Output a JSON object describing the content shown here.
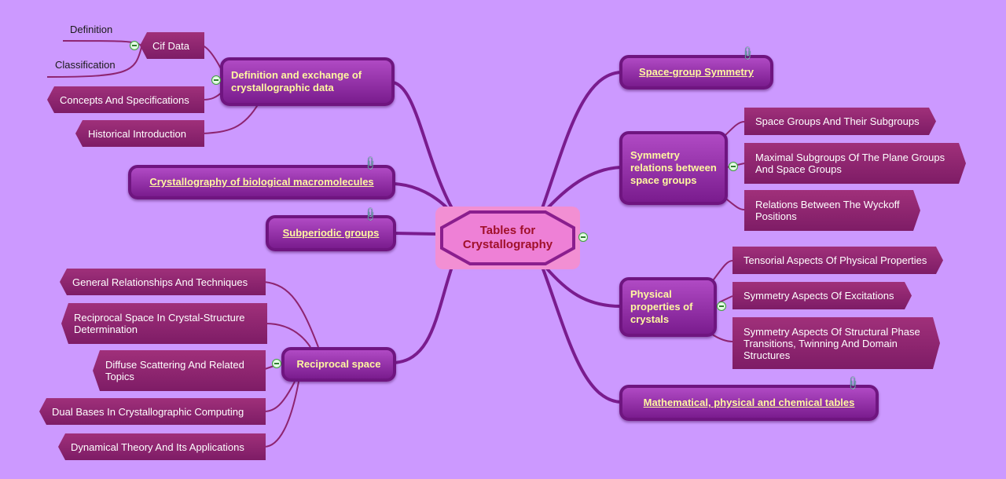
{
  "central": "Tables for Crystallography",
  "main_topics": {
    "definition_exchange": "Definition and exchange of crystallographic data",
    "biological": "Crystallography of biological macromolecules",
    "subperiodic": "Subperiodic groups",
    "reciprocal": "Reciprocal space",
    "space_group_symmetry": "Space-group Symmetry",
    "symmetry_relations": "Symmetry relations between space groups",
    "physical_properties": "Physical properties of crystals",
    "mathematical": "Mathematical, physical and chemical tables"
  },
  "cif_data": {
    "label": "Cif Data",
    "children": [
      "Definition",
      "Classification"
    ]
  },
  "definition_subtopics": [
    "Concepts And Specifications",
    "Historical Introduction"
  ],
  "reciprocal_subtopics": [
    "General Relationships And Techniques",
    "Reciprocal Space In Crystal-Structure Determination",
    "Diffuse Scattering And Related Topics",
    "Dual Bases In Crystallographic Computing",
    "Dynamical Theory And Its Applications"
  ],
  "symmetry_subtopics": [
    "Space Groups And Their Subgroups",
    "Maximal Subgroups Of The Plane Groups And Space Groups",
    "Relations Between The Wyckoff Positions"
  ],
  "physical_subtopics": [
    "Tensorial Aspects Of Physical Properties",
    "Symmetry Aspects Of Excitations",
    "Symmetry Aspects Of Structural Phase Transitions, Twinning And Domain Structures"
  ],
  "icons": {
    "collapse": "collapse-minus-icon",
    "hyperlink": "paperclip-icon"
  },
  "colors": {
    "background": "#cc99ff",
    "main_topic": "#8a2aa0",
    "subtopic": "#8e2470",
    "connector": "#7a1c8e",
    "central_text": "#a0102a",
    "topic_text": "#fff7a0"
  }
}
